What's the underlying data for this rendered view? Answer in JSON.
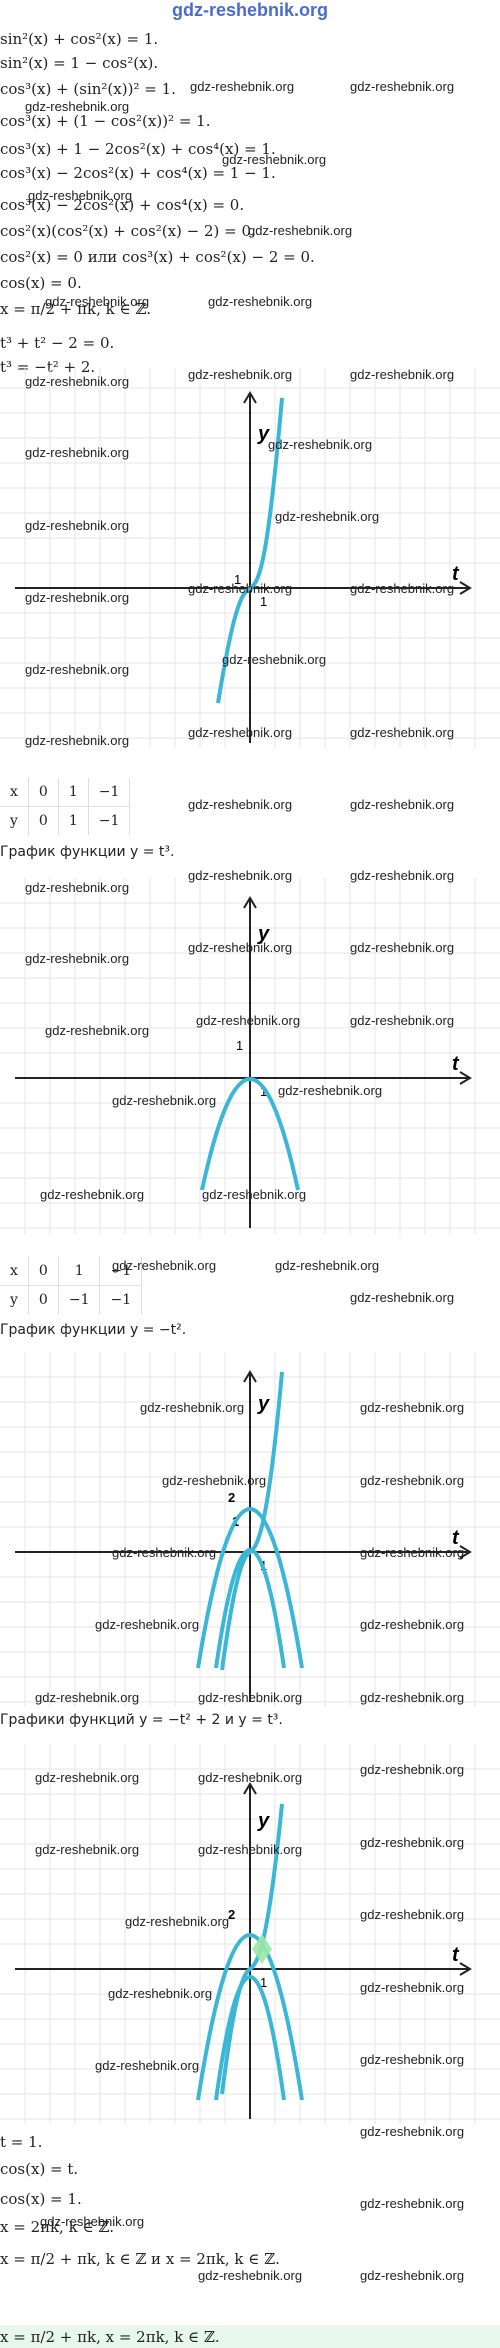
{
  "header": {
    "site": "gdz-reshebnik.org"
  },
  "watermark": "gdz-reshebnik.org",
  "solution_lines": [
    "sin²(x) + cos²(x) = 1.",
    "sin²(x) = 1 − cos²(x).",
    "cos³(x) + (sin²(x))² = 1.",
    "cos³(x) + (1 − cos²(x))² = 1.",
    "cos³(x) + 1 − 2cos²(x) + cos⁴(x) = 1.",
    "cos³(x) − 2cos²(x) + cos⁴(x) = 1 − 1.",
    "cos³(x) − 2cos²(x) + cos⁴(x) = 0.",
    "cos²(x)(cos²(x) + cos²(x) − 2) = 0.",
    "cos²(x) = 0 или cos³(x) + cos²(x) − 2 = 0.",
    "cos(x) = 0.",
    "x = π/2 + πk, k ∈ ℤ.",
    "t³ + t² − 2 = 0.",
    "t³ = −t² + 2."
  ],
  "graph_labels": {
    "y": "y",
    "t": "t",
    "one": "1",
    "two": "2"
  },
  "table1": {
    "x": [
      "x",
      "0",
      "1",
      "−1"
    ],
    "y": [
      "y",
      "0",
      "1",
      "−1"
    ]
  },
  "caption1": "График функции y = t³.",
  "table2": {
    "x": [
      "x",
      "0",
      "1",
      "−1"
    ],
    "y": [
      "y",
      "0",
      "−1",
      "−1"
    ]
  },
  "caption2": "График функции y = −t².",
  "caption3": "Графики функций y = −t² + 2 и y = t³.",
  "final_lines": [
    "t = 1.",
    "cos(x) = t.",
    "cos(x) = 1.",
    "x = 2πk, k ∈ ℤ.",
    "x = π/2 + πk, k ∈ ℤ и x = 2πk, k ∈ ℤ."
  ],
  "answer": "x = π/2 + πk, x = 2πk, k ∈ ℤ.",
  "colors": {
    "curve": "#3ab6d6",
    "grid": "#e6e6e6",
    "axis": "#222222",
    "intersection": "#9be7a6",
    "answer_bg": "#e8f7ec"
  }
}
